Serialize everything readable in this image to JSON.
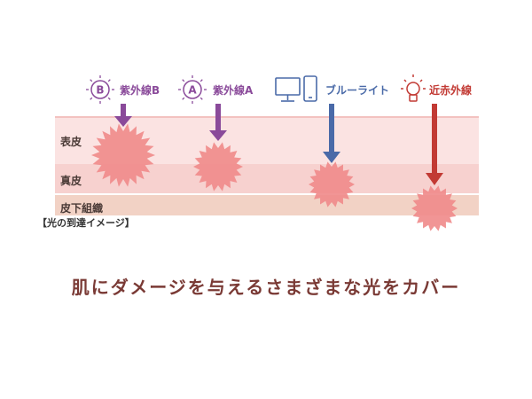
{
  "layers": [
    {
      "label": "表皮",
      "color": "#fbe3e2"
    },
    {
      "label": "真皮",
      "color": "#f7d1cf"
    },
    {
      "label": "皮下組織",
      "color": "#f2d2c5"
    }
  ],
  "sources": [
    {
      "label": "紫外線B",
      "icon": "uvb-icon",
      "icon_letter": "B",
      "color": "#8a4a9a"
    },
    {
      "label": "紫外線A",
      "icon": "uva-icon",
      "icon_letter": "A",
      "color": "#8a4a9a"
    },
    {
      "label": "ブルーライト",
      "icon": "monitor-phone-icon",
      "color": "#4a6aa8"
    },
    {
      "label": "近赤外線",
      "icon": "lightbulb-icon",
      "color": "#c23a34"
    }
  ],
  "caption": "【光の到達イメージ】",
  "headline": "肌にダメージを与えるさまざまな光をカバー",
  "headline_color": "#7a3a35",
  "burst_color": "#f08a8a"
}
